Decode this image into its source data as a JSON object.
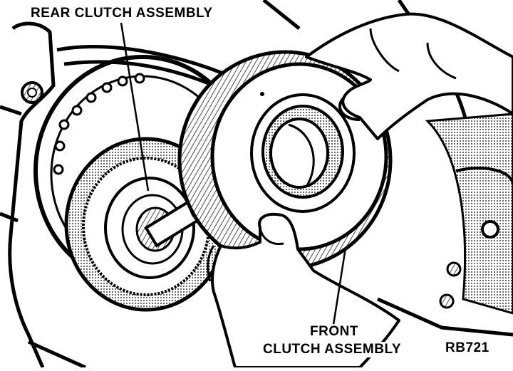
{
  "labels": {
    "rear_clutch": "REAR CLUTCH ASSEMBLY",
    "front_clutch_line1": "FRONT",
    "front_clutch_line2": "CLUTCH ASSEMBLY",
    "figure_code": "RB721"
  }
}
